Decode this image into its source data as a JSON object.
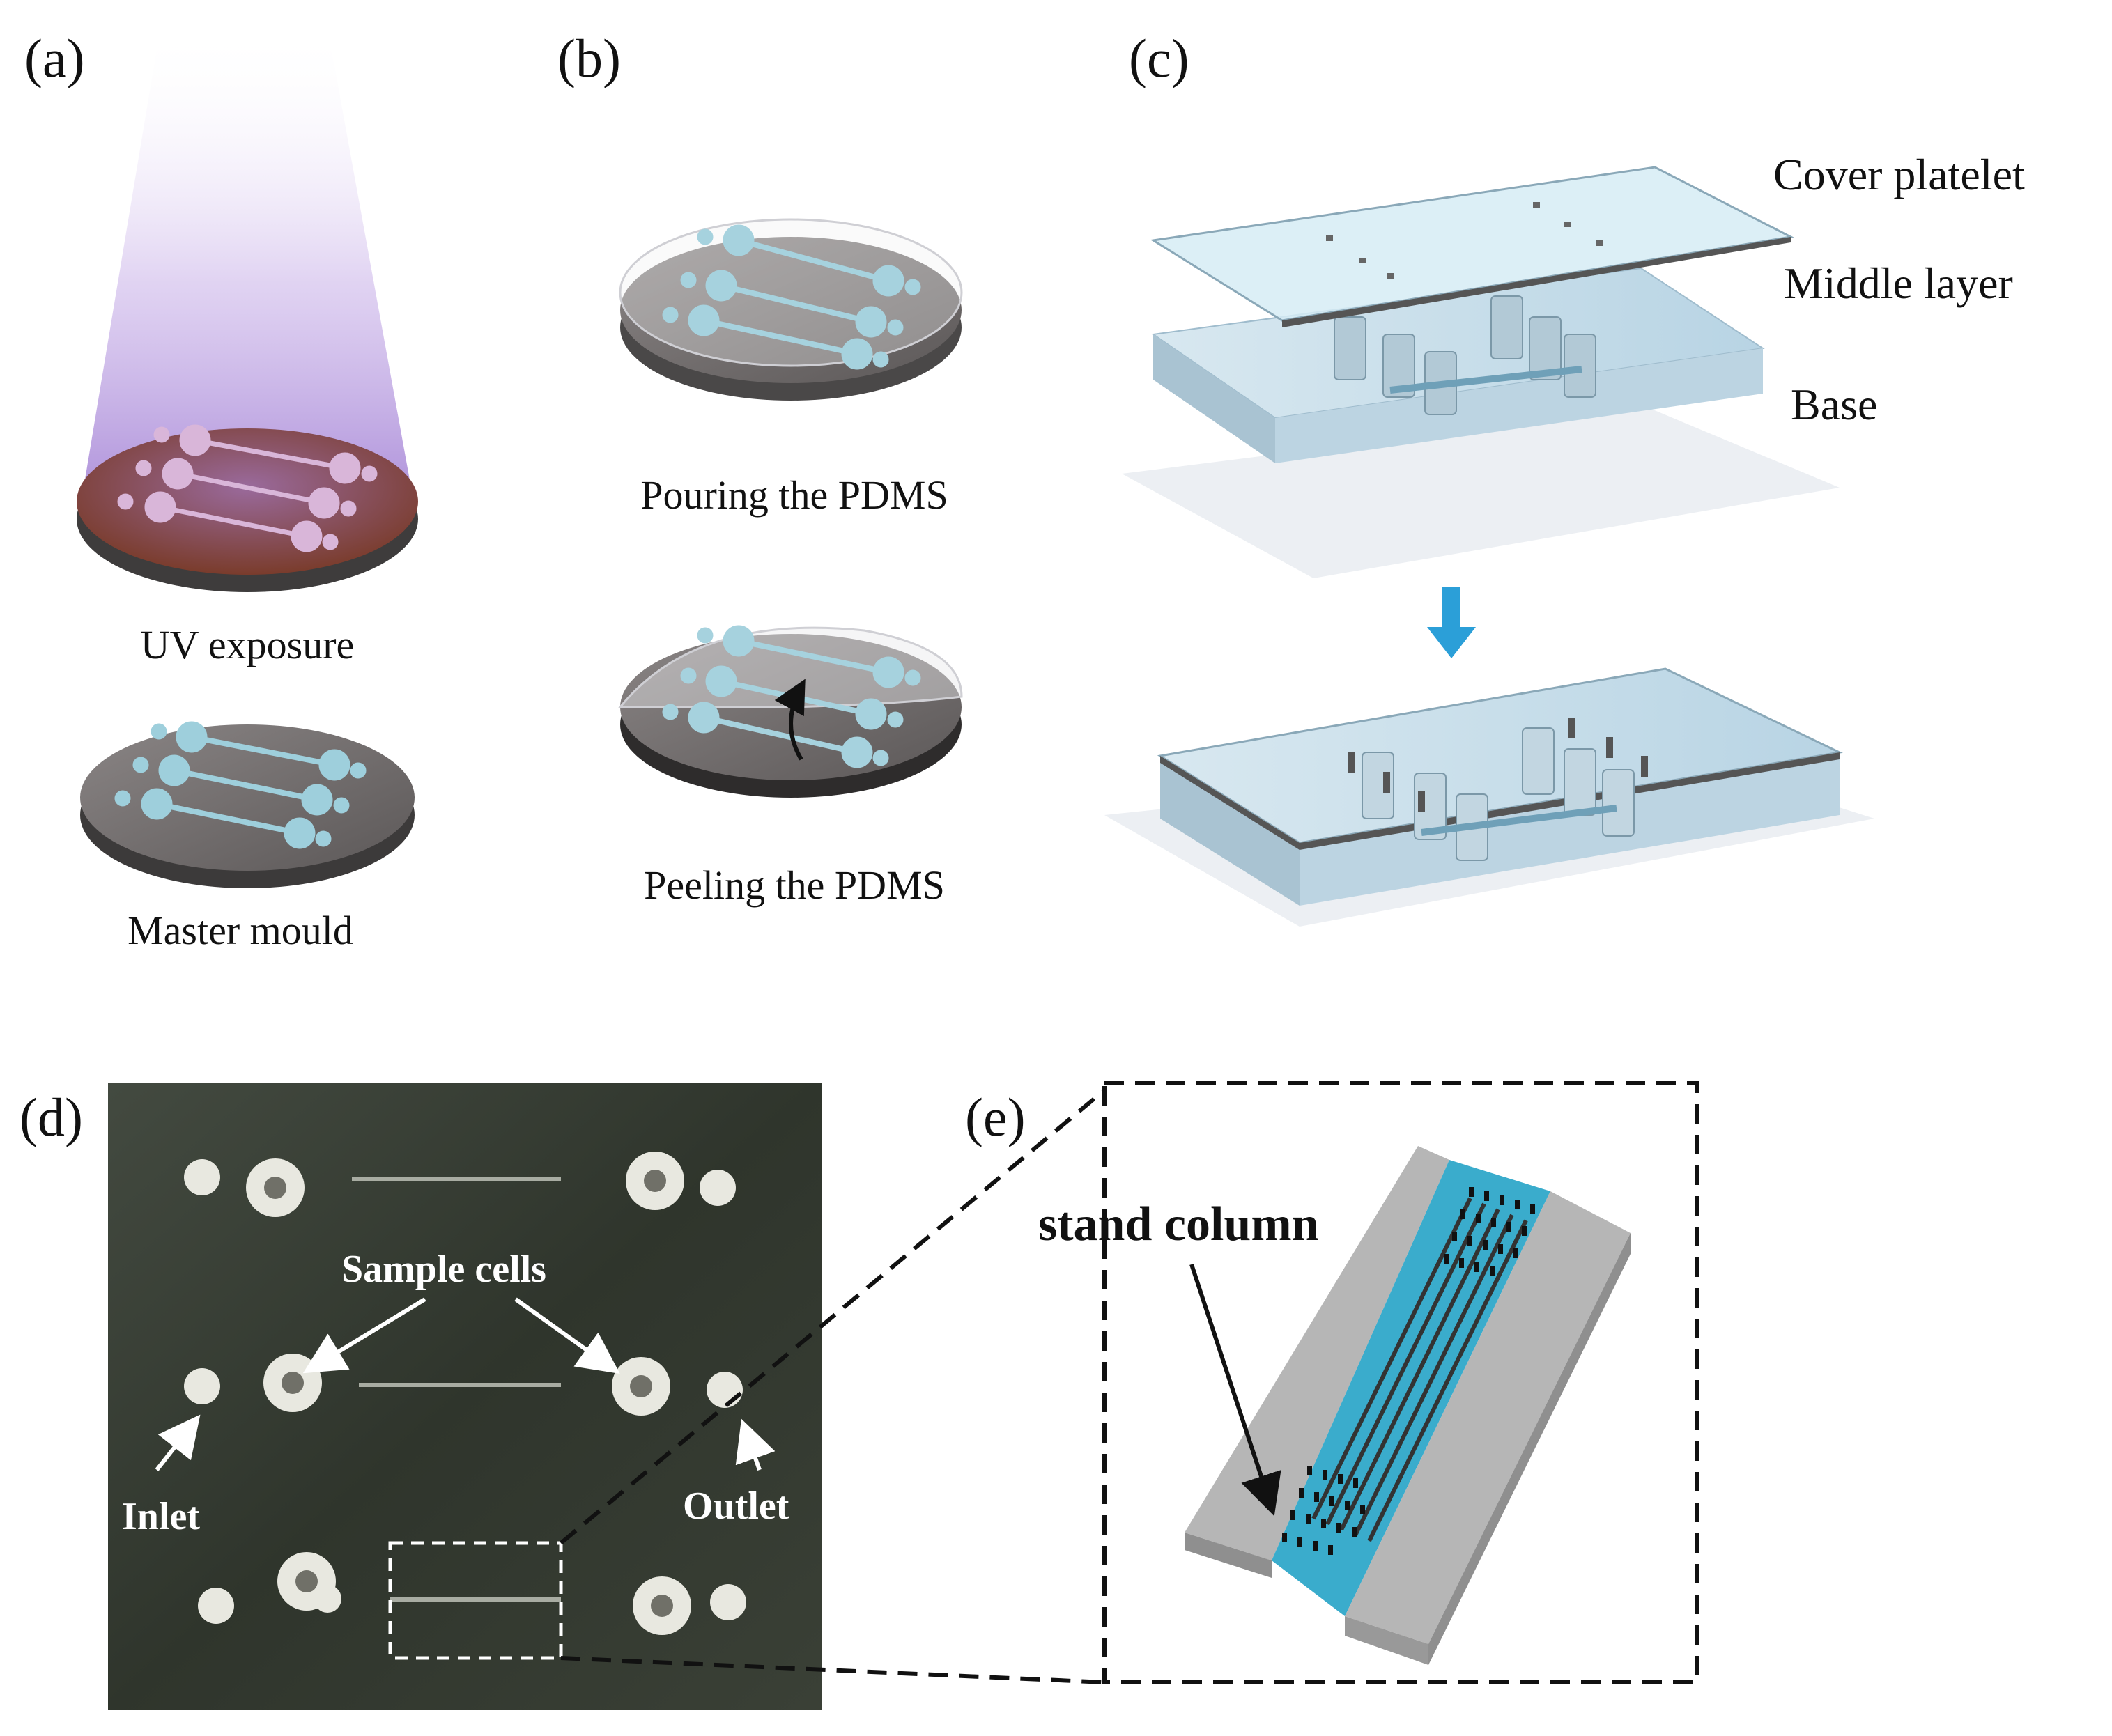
{
  "panels": {
    "a": {
      "letter": "(a)",
      "caption_top": "UV exposure",
      "caption_bottom": "Master mould"
    },
    "b": {
      "letter": "(b)",
      "caption_top": "Pouring the PDMS",
      "caption_bottom": "Peeling the PDMS"
    },
    "c": {
      "letter": "(c)",
      "label_cover": "Cover platelet",
      "label_middle": "Middle layer",
      "label_base": "Base"
    },
    "d": {
      "letter": "(d)",
      "label_sample": "Sample cells",
      "label_inlet": "Inlet",
      "label_outlet": "Outlet"
    },
    "e": {
      "letter": "(e)",
      "label_column": "stand column"
    }
  },
  "colors": {
    "wafer_gray": "#6e6a6a",
    "wafer_edge": "#3c3a3a",
    "channel_blue": "#a9d4e0",
    "uv_purple": "#b39ad6",
    "resist_brown": "#8a4a3a",
    "chip_blue": "#c4dce8",
    "arrow_blue": "#2b9fd8",
    "photo_bg": "#3c4238",
    "channel_teal": "#3aaccc",
    "block_gray": "#b6b6b6"
  }
}
